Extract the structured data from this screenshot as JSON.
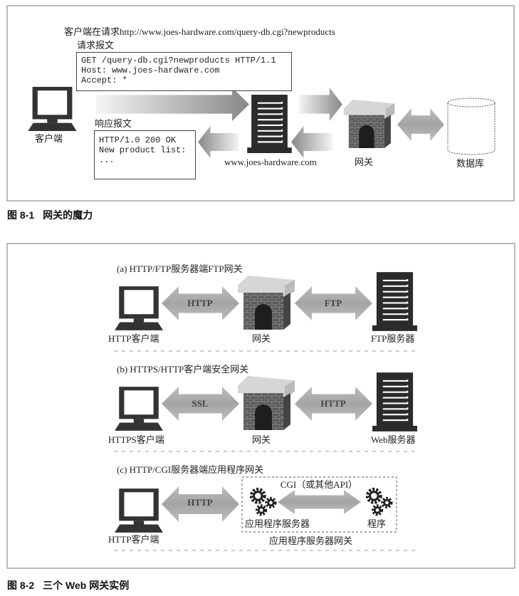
{
  "figure1": {
    "request_url_caption": "客户端在请求http://www.joes-hardware.com/query-db.cgi?newproducts",
    "request_label": "请求报文",
    "request_lines": [
      "GET /query-db.cgi?newproducts HTTP/1.1",
      "Host: www.joes-hardware.com",
      "Accept: *"
    ],
    "response_label": "响应报文",
    "response_lines": [
      "HTTP/1.0 200 OK",
      "",
      "New product list:",
      "..."
    ],
    "client_label": "客户端",
    "server_label": "www.joes-hardware.com",
    "gateway_label": "网关",
    "database_label": "数据库",
    "caption_number": "图 8-1",
    "caption_title": "网关的魔力"
  },
  "figure2": {
    "panels": [
      {
        "title": "(a) HTTP/FTP服务器端FTP网关",
        "client_label": "HTTP客户端",
        "left_protocol": "HTTP",
        "gateway_label": "网关",
        "right_protocol": "FTP",
        "server_label": "FTP服务器"
      },
      {
        "title": "(b) HTTPS/HTTP客户端安全网关",
        "client_label": "HTTPS客户端",
        "left_protocol": "SSL",
        "gateway_label": "网关",
        "right_protocol": "HTTP",
        "server_label": "Web服务器"
      }
    ],
    "panel_c": {
      "title": "(c) HTTP/CGI服务器端应用程序网关",
      "client_label": "HTTP客户端",
      "protocol": "HTTP",
      "inner_label": "CGI（或其他API）",
      "app_server_label": "应用程序服务器",
      "program_label": "程序",
      "group_label": "应用程序服务器网关"
    },
    "caption_number": "图 8-2",
    "caption_title": "三个 Web 网关实例"
  }
}
